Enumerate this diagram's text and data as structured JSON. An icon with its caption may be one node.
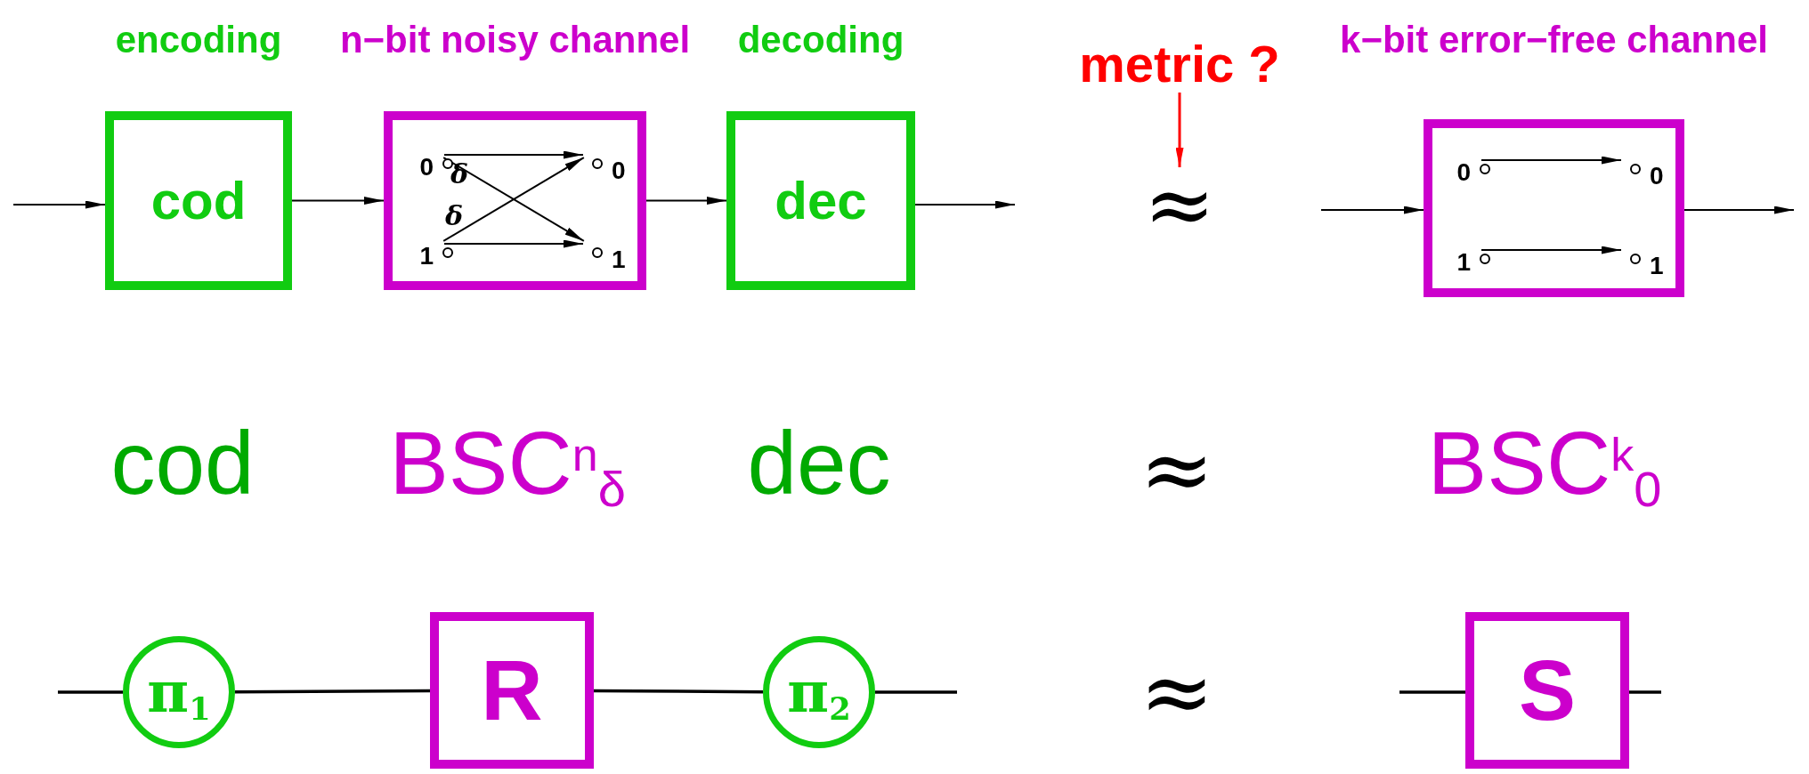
{
  "diagram": {
    "nodes": [
      {
        "text": [
          "encoding",
          "cod"
        ]
      },
      {
        "text": [
          "n−bit noisy channel"
        ]
      },
      {
        "text": [],
        "shape": "circle",
        "in": 1,
        "beside": [
          "0"
        ]
      },
      {
        "text": [],
        "shape": "circle",
        "in": 1,
        "beside": [
          "0"
        ]
      },
      {
        "text": [],
        "shape": "circle",
        "in": 1,
        "beside": [
          "1"
        ]
      },
      {
        "text": [],
        "shape": "circle",
        "in": 1,
        "beside": [
          "1"
        ]
      },
      {
        "text": [
          "decoding",
          "dec"
        ]
      },
      {
        "text": [
          "metric ?"
        ]
      },
      {
        "text": [
          "≈"
        ]
      },
      {
        "text": [
          "k−bit error−free channel"
        ]
      },
      {
        "text": [],
        "shape": "circle",
        "in": 9,
        "beside": [
          "0"
        ]
      },
      {
        "text": [],
        "shape": "circle",
        "in": 9,
        "beside": [
          "0"
        ]
      },
      {
        "text": [],
        "shape": "circle",
        "in": 9,
        "beside": [
          "1"
        ]
      },
      {
        "text": [],
        "shape": "circle",
        "in": 9,
        "beside": [
          "1"
        ]
      },
      {
        "text": [
          "π$_{1}$"
        ]
      },
      {
        "text": [
          "R"
        ]
      },
      {
        "text": [
          "π$_{2}$"
        ]
      },
      {
        "text": [
          "S"
        ]
      }
    ],
    "edges": [
      {
        "from": null,
        "to": 0,
        "arrow": "to"
      },
      {
        "from": 0,
        "to": 1,
        "arrow": "to"
      },
      {
        "from": 1,
        "to": 6,
        "arrow": "to"
      },
      {
        "from": 6,
        "to": null,
        "arrow": "to"
      },
      {
        "from": 2,
        "to": 3,
        "arrow": "to"
      },
      {
        "from": 2,
        "to": 5,
        "arrow": "to",
        "label": "δ"
      },
      {
        "from": 4,
        "to": 3,
        "arrow": "to",
        "label": "δ"
      },
      {
        "from": 4,
        "to": 5,
        "arrow": "to"
      },
      {
        "from": 7,
        "to": 8,
        "arrow": "to",
        "color": "#ff0000"
      },
      {
        "from": null,
        "to": 9,
        "arrow": "to"
      },
      {
        "from": 9,
        "to": null,
        "arrow": "to"
      },
      {
        "from": 10,
        "to": 11,
        "arrow": "to"
      },
      {
        "from": 12,
        "to": 13,
        "arrow": "to"
      },
      {
        "from": null,
        "to": 14,
        "arrow": "none"
      },
      {
        "from": 14,
        "to": 15,
        "arrow": "none"
      },
      {
        "from": 15,
        "to": 16,
        "arrow": "none"
      },
      {
        "from": 16,
        "to": null,
        "arrow": "none"
      },
      {
        "from": null,
        "to": 17,
        "arrow": "none"
      },
      {
        "from": 17,
        "to": null,
        "arrow": "none"
      }
    ],
    "labels": [
      "cod",
      "BSC$^{n}$$_{δ}$",
      "dec",
      "≈",
      "BSC$^{k}$$_{0}$",
      "≈"
    ]
  }
}
